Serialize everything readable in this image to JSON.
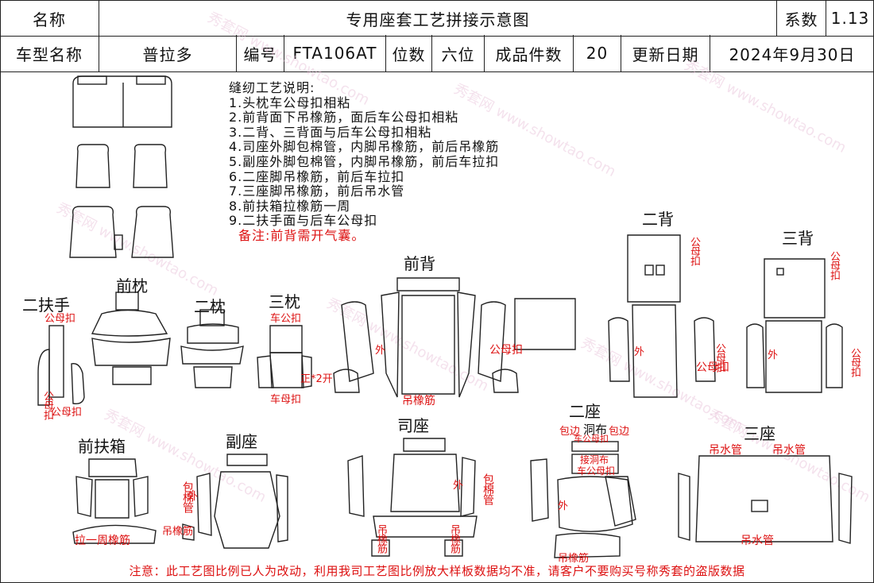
{
  "header": {
    "name_label": "名称",
    "title": "专用座套工艺拼接示意图",
    "coef_label": "系数",
    "coef_value": "1.13",
    "model_label": "车型名称",
    "model_value": "普拉多",
    "code_label": "编号",
    "code_value": "FTA106AT",
    "seats_label": "位数",
    "seats_value": "六位",
    "pieces_label": "成品件数",
    "pieces_value": "20",
    "update_label": "更新日期",
    "update_value": "2024年9月30日"
  },
  "notes": {
    "title": "缝纫工艺说明:",
    "items": [
      "1.头枕车公母扣相粘",
      "2.前背面下吊橡筋，面后车公母扣相粘",
      "3.二背、三背面与后车公母扣相粘",
      "4.司座外脚包棉管，内脚吊橡筋，前后吊橡筋",
      "5.副座外脚包棉管，内脚吊橡筋，前后车拉扣",
      "6.二座脚吊橡筋，前后车拉扣",
      "7.三座脚吊橡筋，前后吊水管",
      "8.前扶箱拉橡筋一周",
      "9.二扶手面与后车公母扣"
    ],
    "remark": "备注:前背需开气囊。"
  },
  "sections": {
    "er_fushou": "二扶手",
    "qian_zhen": "前枕",
    "er_zhen": "二枕",
    "san_zhen": "三枕",
    "qian_bei": "前背",
    "er_bei": "二背",
    "san_bei": "三背",
    "qian_fuxiang": "前扶箱",
    "fu_zuo": "副座",
    "si_zuo": "司座",
    "er_zuo": "二座",
    "san_zuo": "三座"
  },
  "annotations": {
    "gongmukou": "公母扣",
    "che_gongkou": "车公扣",
    "che_mukou": "车母扣",
    "kai2": "正*2开",
    "wai": "外",
    "diao_xiangjin": "吊橡筋",
    "bao_mianguan": "包棉管",
    "la_yizhou": "拉一周橡筋",
    "baobian": "包边",
    "dongbu": "洞布",
    "che_gongmukou": "车公母扣",
    "jie_dongbu": "接洞布",
    "diao_shuiguan": "吊水管",
    "gong_mu_kou_v": "公母扣",
    "gong_mu_kou2": "公母扣"
  },
  "footer": "注意：此工艺图比例已人为改动，利用我司工艺图比例放大样板数据均不准，请客户不要购买号称秀套的盗版数据",
  "watermark": "秀套网 www.showtao.com"
}
